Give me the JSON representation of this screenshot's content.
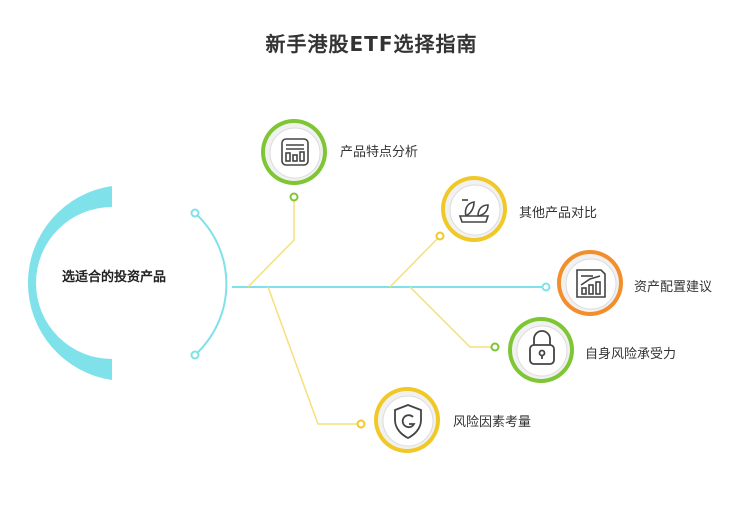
{
  "title": "新手港股ETF选择指南",
  "center": {
    "label": "选适合的投资产品"
  },
  "nodes": [
    {
      "label": "产品特点分析",
      "icon": "chart-board-icon",
      "color": "#7ec634"
    },
    {
      "label": "其他产品对比",
      "icon": "plant-tray-icon",
      "color": "#f0c929"
    },
    {
      "label": "资产配置建议",
      "icon": "growth-chart-icon",
      "color": "#f28e2b"
    },
    {
      "label": "自身风险承受力",
      "icon": "padlock-icon",
      "color": "#7ec634"
    },
    {
      "label": "风险因素考量",
      "icon": "shield-icon",
      "color": "#f0c929"
    }
  ],
  "colors": {
    "cyan": "#7fe1ea",
    "green": "#7ec634",
    "yellow": "#f0c929",
    "orange": "#f28e2b",
    "line_yellow": "#f5e07a"
  }
}
